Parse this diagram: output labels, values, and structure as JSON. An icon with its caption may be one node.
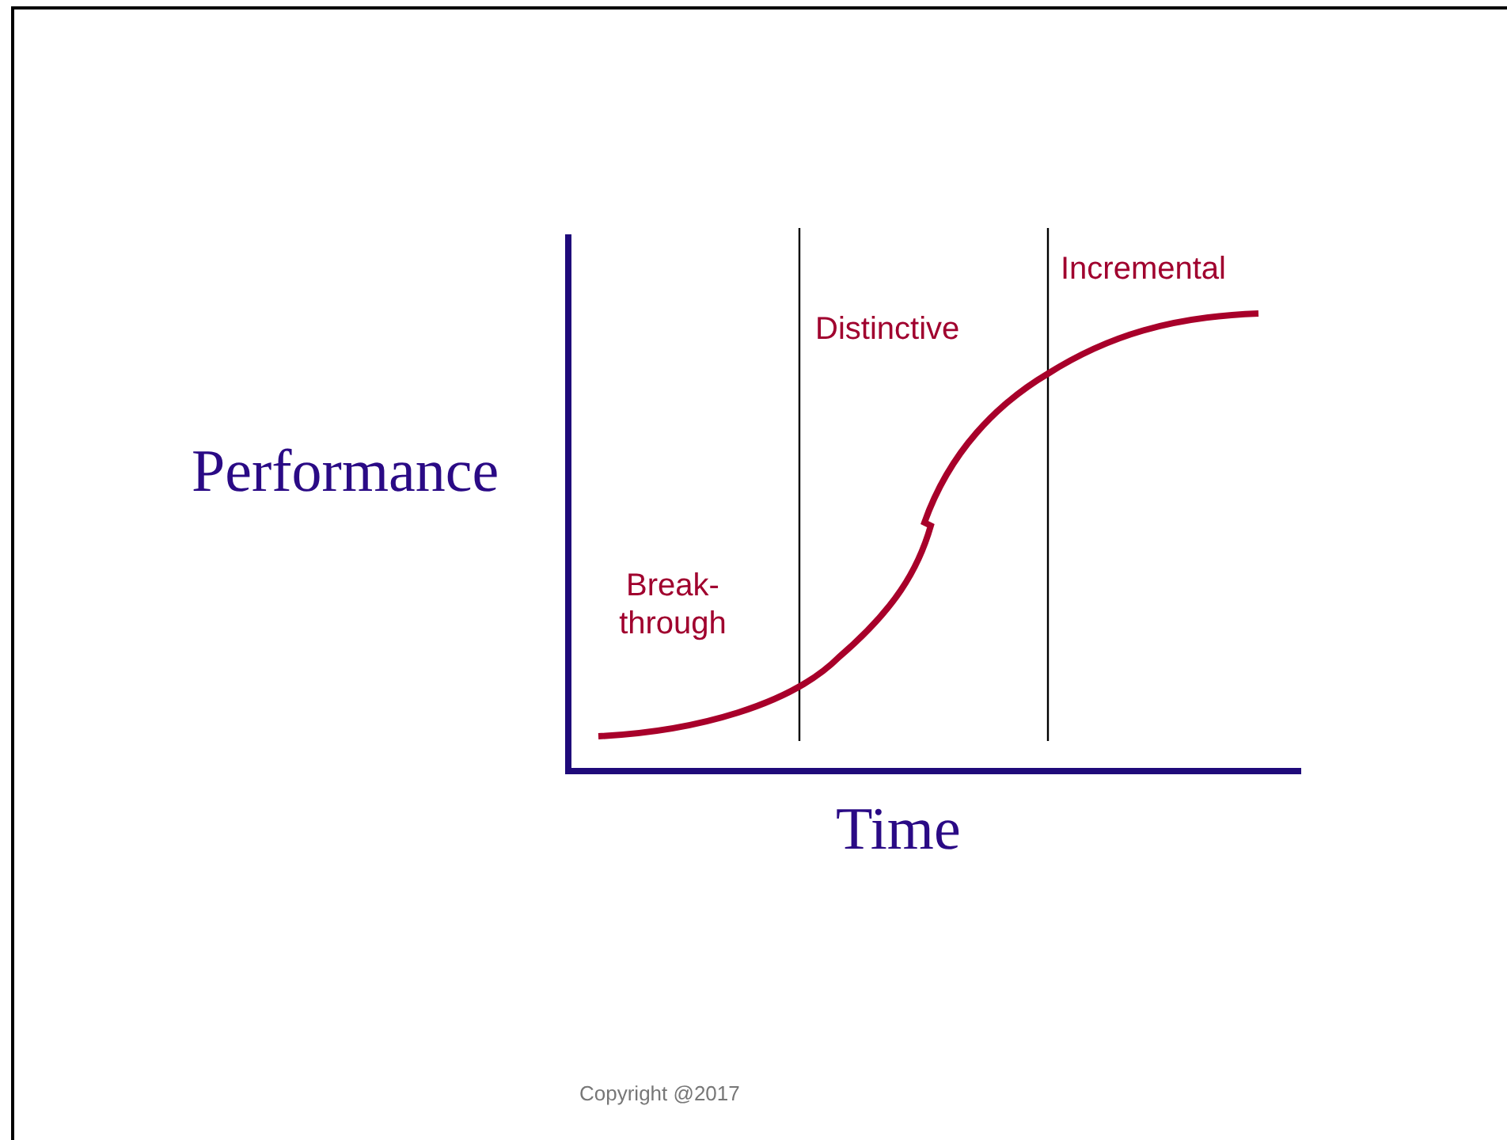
{
  "diagram": {
    "labels": [
      "Incremental",
      "Distinctive",
      "Performance",
      "Break- through",
      "Time",
      "Copyright @2017"
    ]
  }
}
